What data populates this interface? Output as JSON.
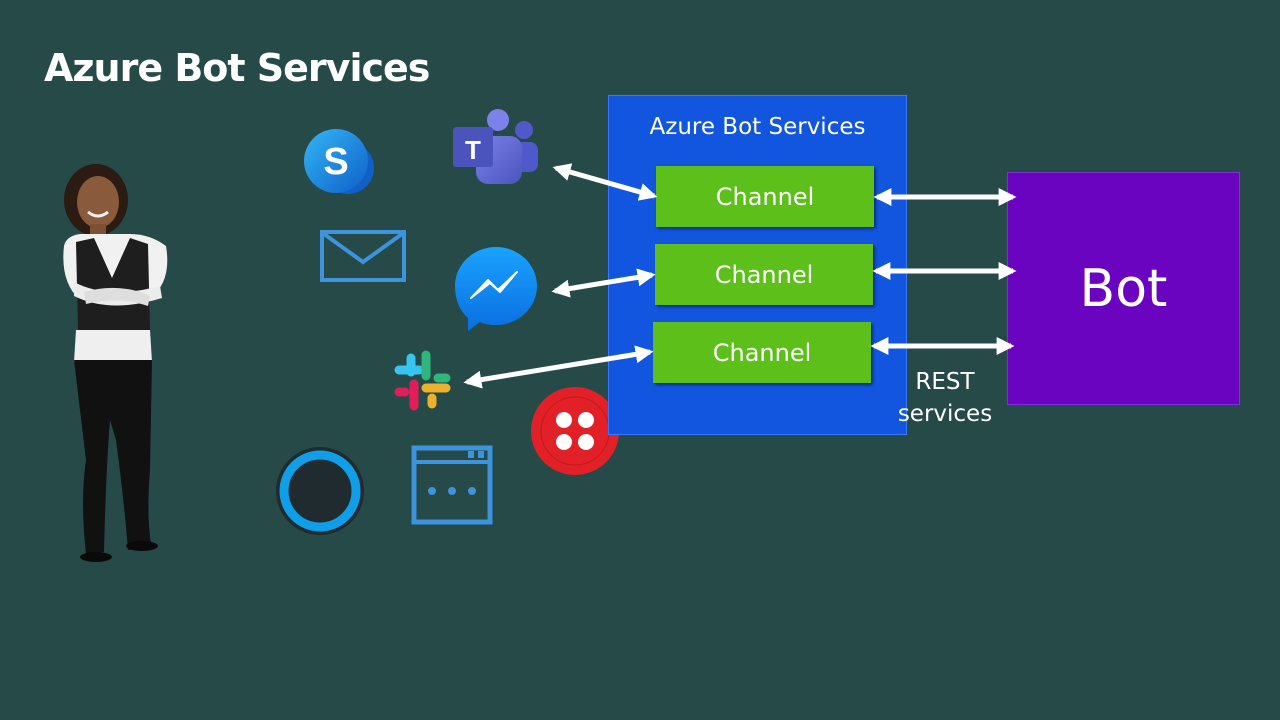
{
  "title": "Azure Bot Services",
  "abs_box": {
    "label": "Azure Bot Services"
  },
  "channels": [
    "Channel",
    "Channel",
    "Channel"
  ],
  "bot": {
    "label": "Bot"
  },
  "rest": {
    "line1": "REST",
    "line2": "services"
  },
  "colors": {
    "background": "#264a48",
    "abs_box": "#1256e0",
    "channel": "#5cbf1a",
    "bot": "#6a04c0",
    "arrow": "#ffffff"
  },
  "icons": [
    "skype-icon",
    "teams-icon",
    "email-icon",
    "messenger-icon",
    "slack-icon",
    "twilio-icon",
    "cortana-icon",
    "web-chat-icon",
    "person-illustration"
  ]
}
